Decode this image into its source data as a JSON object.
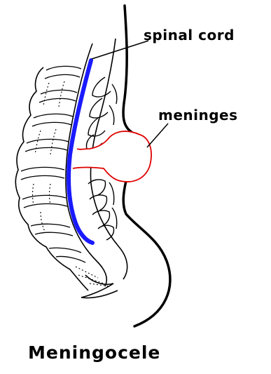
{
  "labels": {
    "spinal_cord": "spinal cord",
    "meninges": "meninges",
    "title": "Meningocele"
  },
  "colors": {
    "outline": "#000000",
    "spinal_cord": "#1a1aff",
    "meninges": "#e00000",
    "background": "#ffffff"
  }
}
